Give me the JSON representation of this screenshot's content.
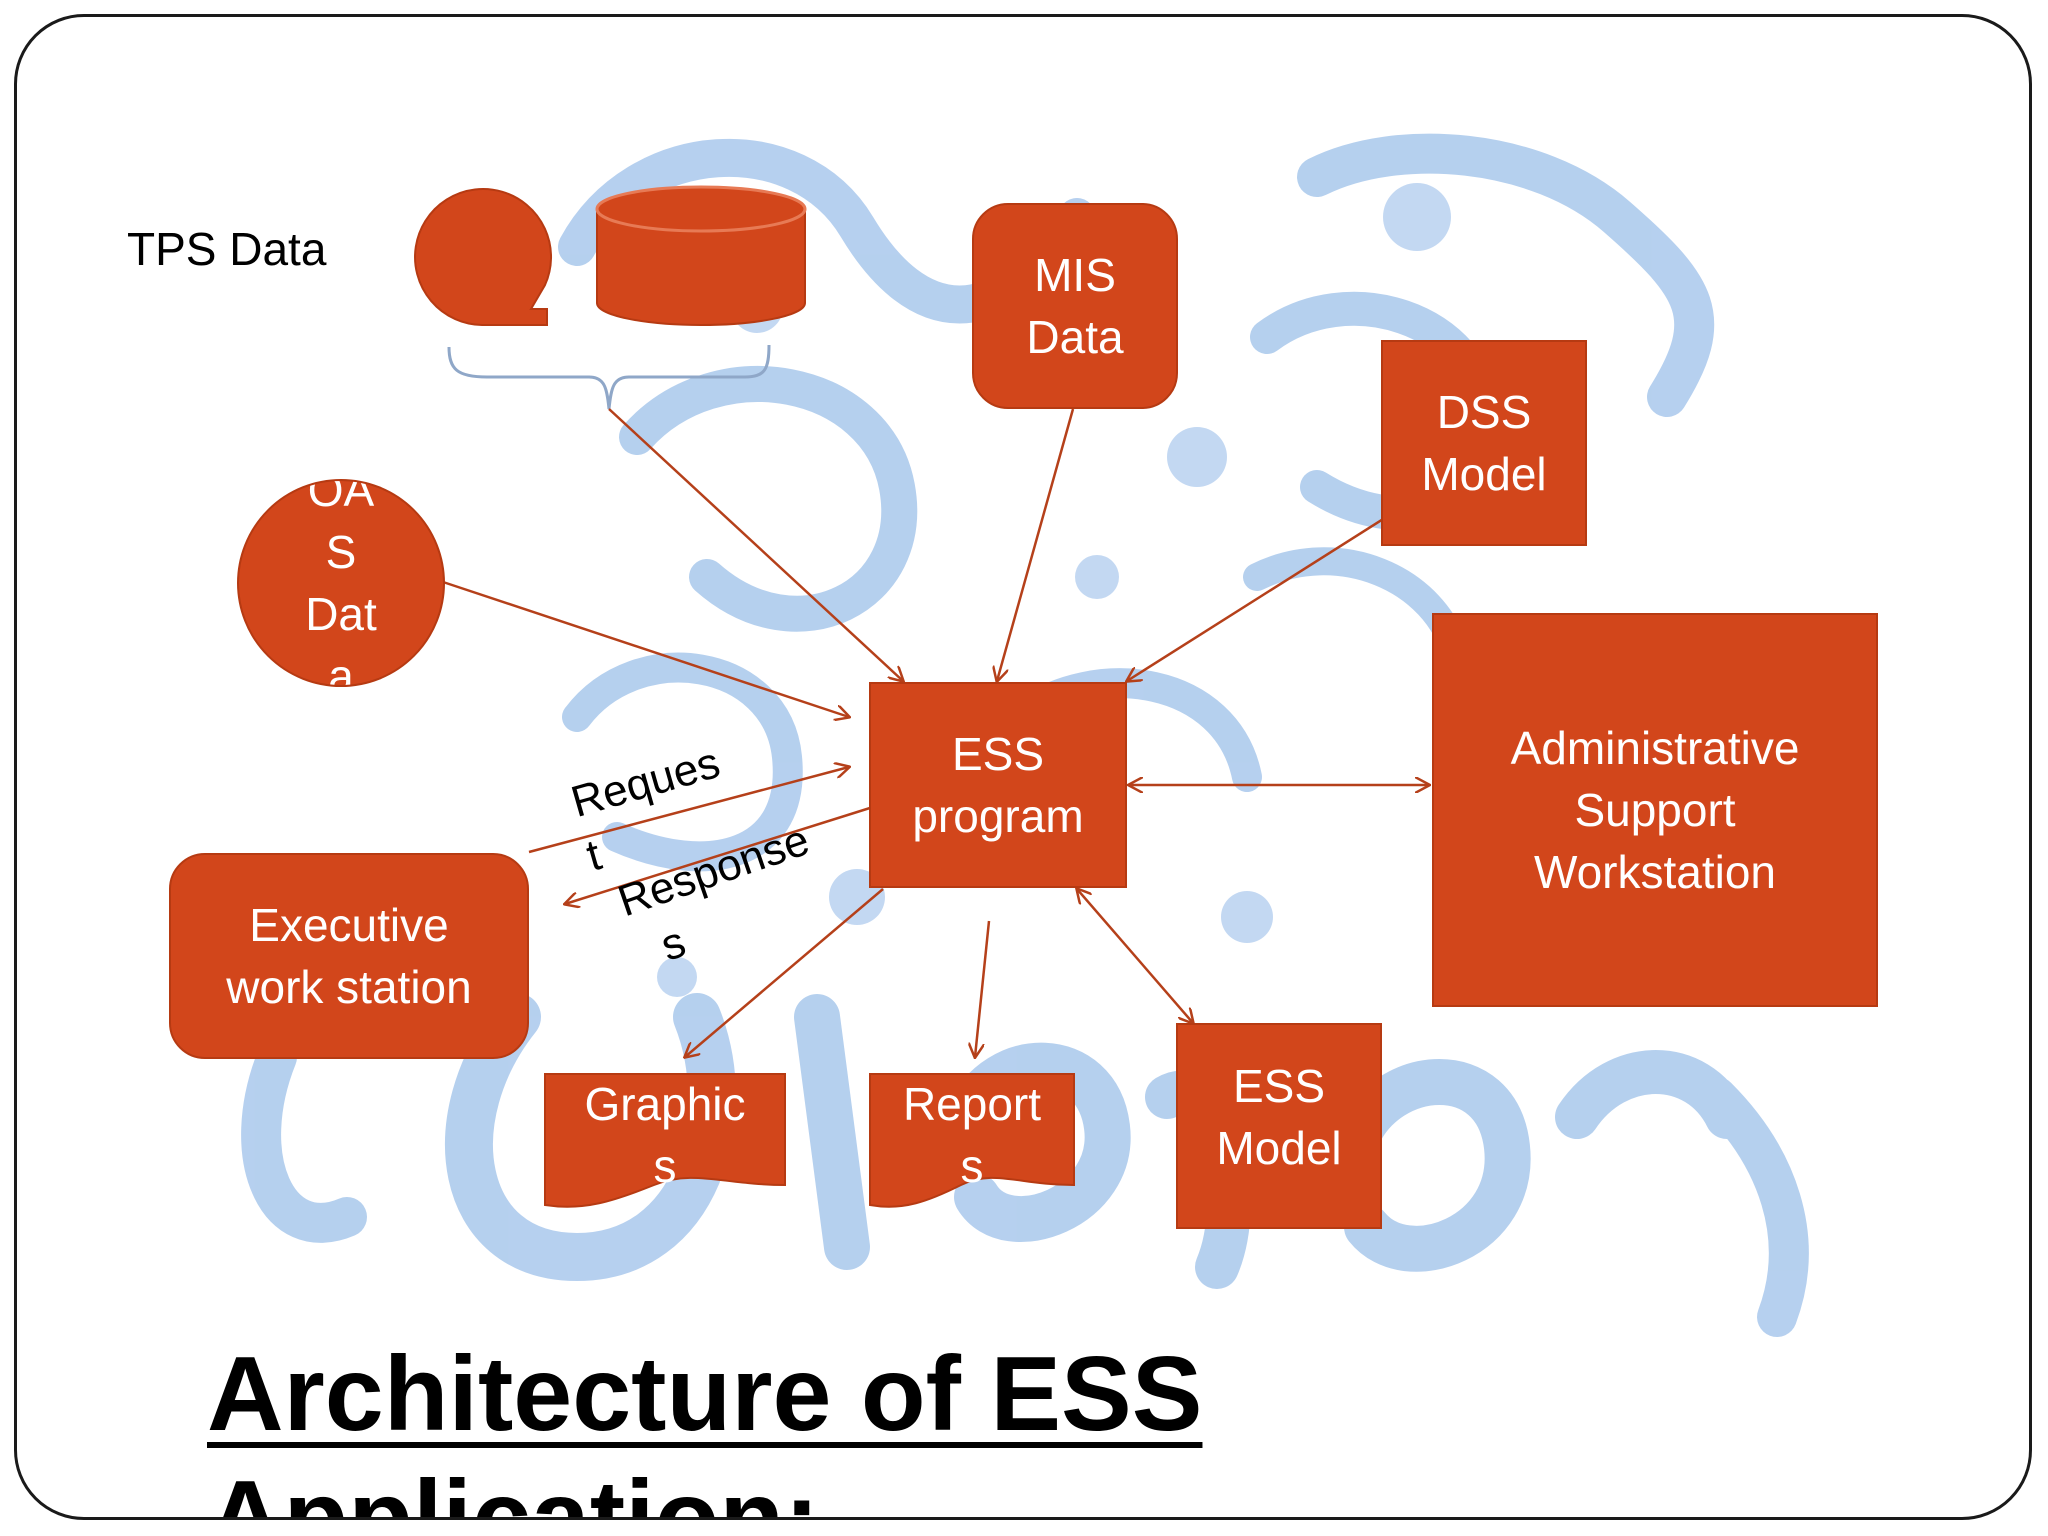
{
  "title": [
    "Architecture of ESS",
    "Application:"
  ],
  "colors": {
    "node_fill": "#d2461b",
    "node_border": "#b63a12",
    "arrow": "#b5401a",
    "watermark": "#a9c8ec"
  },
  "nodes": {
    "tps_label": "TPS Data",
    "mis": [
      "MIS",
      "Data"
    ],
    "dss": [
      "DSS",
      "Model"
    ],
    "oas": [
      "OA",
      "S",
      "Dat",
      "a"
    ],
    "ess_program": [
      "ESS",
      "program"
    ],
    "admin": [
      "Administrative",
      "Support",
      "Workstation"
    ],
    "executive": [
      "Executive",
      "work station"
    ],
    "graphics": [
      "Graphic",
      "s"
    ],
    "reports": [
      "Report",
      "s"
    ],
    "ess_model": [
      "ESS",
      "Model"
    ]
  },
  "labels": {
    "request": [
      "Reques",
      "t"
    ],
    "responses": [
      "Response",
      "s"
    ]
  }
}
